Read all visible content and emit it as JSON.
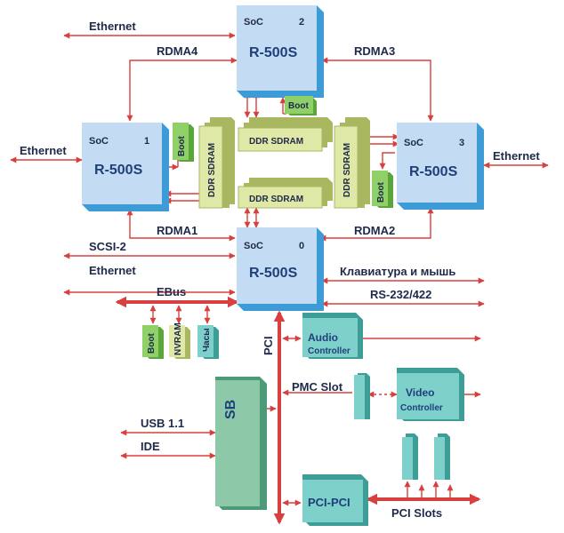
{
  "soc_nodes": [
    {
      "soc_label": "SoC",
      "index": "2",
      "name": "R-500S"
    },
    {
      "soc_label": "SoC",
      "index": "1",
      "name": "R-500S"
    },
    {
      "soc_label": "SoC",
      "index": "3",
      "name": "R-500S"
    },
    {
      "soc_label": "SoC",
      "index": "0",
      "name": "R-500S"
    }
  ],
  "boot_label": "Boot",
  "ddr_label": "DDR SDRAM",
  "links": {
    "rdma1": "RDMA1",
    "rdma2": "RDMA2",
    "rdma3": "RDMA3",
    "rdma4": "RDMA4"
  },
  "ethernet_label": "Ethernet",
  "scsi_label": "SCSI-2",
  "keyboard_label": "Клавиатура и мышь",
  "rs232_label": "RS-232/422",
  "ebus_label": "EBus",
  "nvram_label": "NVRAM",
  "clock_label": "Часы",
  "pci_label": "PCI",
  "audio": {
    "title": "Audio",
    "subtitle": "Controller"
  },
  "pmc_label": "PMC Slot",
  "video": {
    "title": "Video",
    "subtitle": "Controller"
  },
  "sb_label": "SB",
  "usb_label": "USB 1.1",
  "ide_label": "IDE",
  "pcipci_label": "PCI-PCI",
  "pci_slots_label": "PCI Slots",
  "colors": {
    "soc_face": "#c3dcf3",
    "soc_side": "#3d9bd6",
    "ddr_face": "#dfe8a6",
    "ddr_side": "#a9b760",
    "boot_face": "#8fd068",
    "teal_face": "#7ed0cb",
    "sb_face": "#8dc9a8",
    "arrow": "#d8403f",
    "text": "#1f2a4a"
  }
}
